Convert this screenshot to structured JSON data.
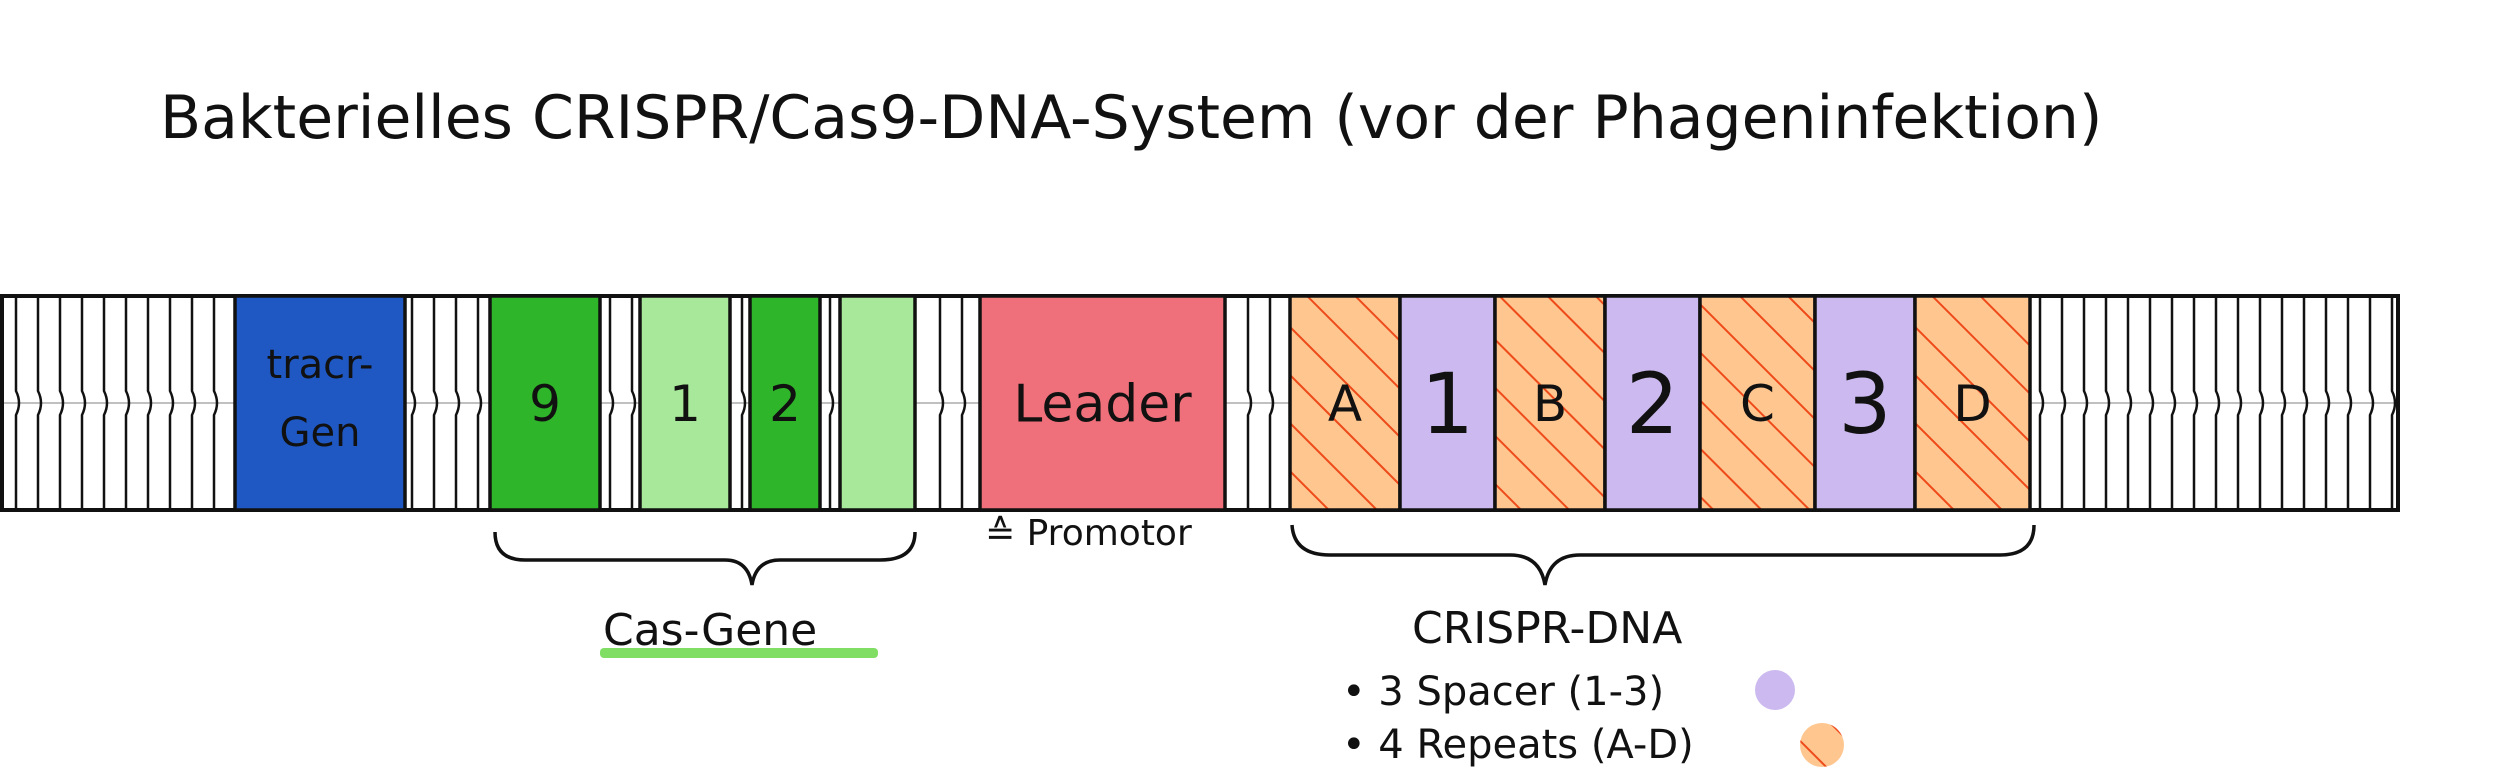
{
  "title": "Bakterielles CRISPR/Cas9-DNA-System (vor der Phageninfektion)",
  "colors": {
    "tracr": "#1f58c2",
    "cas_dark": "#2fb52a",
    "cas_light": "#a8e89a",
    "leader": "#ef6f7a",
    "spacer": "#cbb9ef",
    "repeat_fill": "#ffc690",
    "repeat_hatch": "#ee4a1a",
    "outline": "#111111"
  },
  "blocks": [
    {
      "label": "tracr-",
      "label2": "Gen",
      "kind": "tracr"
    },
    {
      "label": "9",
      "kind": "cas_dark"
    },
    {
      "label": "1",
      "kind": "cas_light"
    },
    {
      "label": "2",
      "kind": "cas_dark"
    },
    {
      "label": "",
      "kind": "cas_light"
    },
    {
      "label": "Leader",
      "kind": "leader"
    },
    {
      "label": "A",
      "kind": "repeat"
    },
    {
      "label": "1",
      "kind": "spacer"
    },
    {
      "label": "B",
      "kind": "repeat"
    },
    {
      "label": "2",
      "kind": "spacer"
    },
    {
      "label": "C",
      "kind": "repeat"
    },
    {
      "label": "3",
      "kind": "spacer"
    },
    {
      "label": "D",
      "kind": "repeat"
    }
  ],
  "annotations": {
    "promotor": "≙ Promotor",
    "cas_genes": "Cas-Gene",
    "crispr_dna": "CRISPR-DNA",
    "bullet_spacer": "• 3 Spacer (1-3)",
    "bullet_repeats": "• 4 Repeats (A-D)"
  }
}
